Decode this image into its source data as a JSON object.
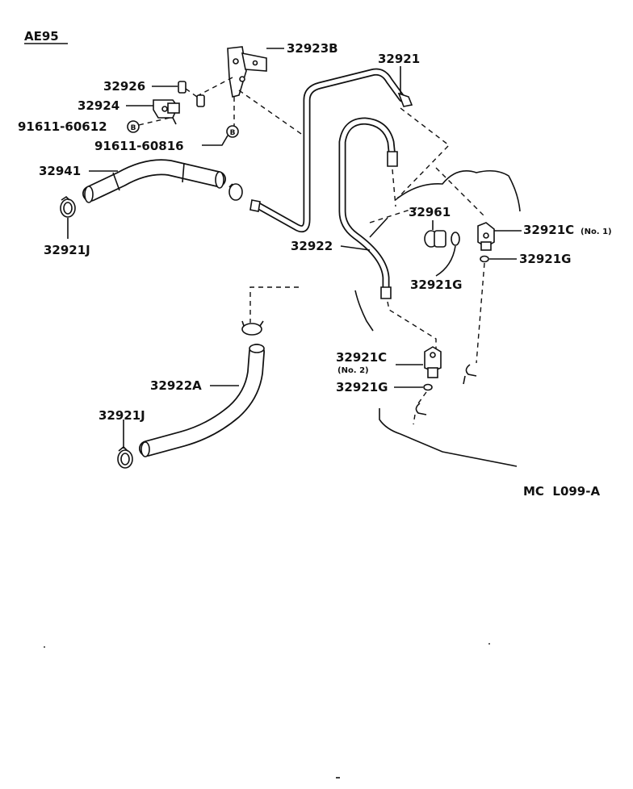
{
  "model": "AE95",
  "figure_code": "MC  L099-A",
  "labels": {
    "p32923b": "32923B",
    "p32921": "32921",
    "p32926": "32926",
    "p32924": "32924",
    "p91611_60612": "91611-60612",
    "p91611_60816": "91611-60816",
    "p32941": "32941",
    "p32921j_top": "32921J",
    "p32961": "32961",
    "p32921c_no1": "32921C",
    "p32921c_no1_sub": "(No. 1)",
    "p32921g_right": "32921G",
    "p32922": "32922",
    "p32921g_mid": "32921G",
    "p32921c_no2": "32921C",
    "p32921c_no2_sub": "(No. 2)",
    "p32921g_low": "32921G",
    "p32922a": "32922A",
    "p32921j_bottom": "32921J"
  },
  "bolt_symbol": "B"
}
